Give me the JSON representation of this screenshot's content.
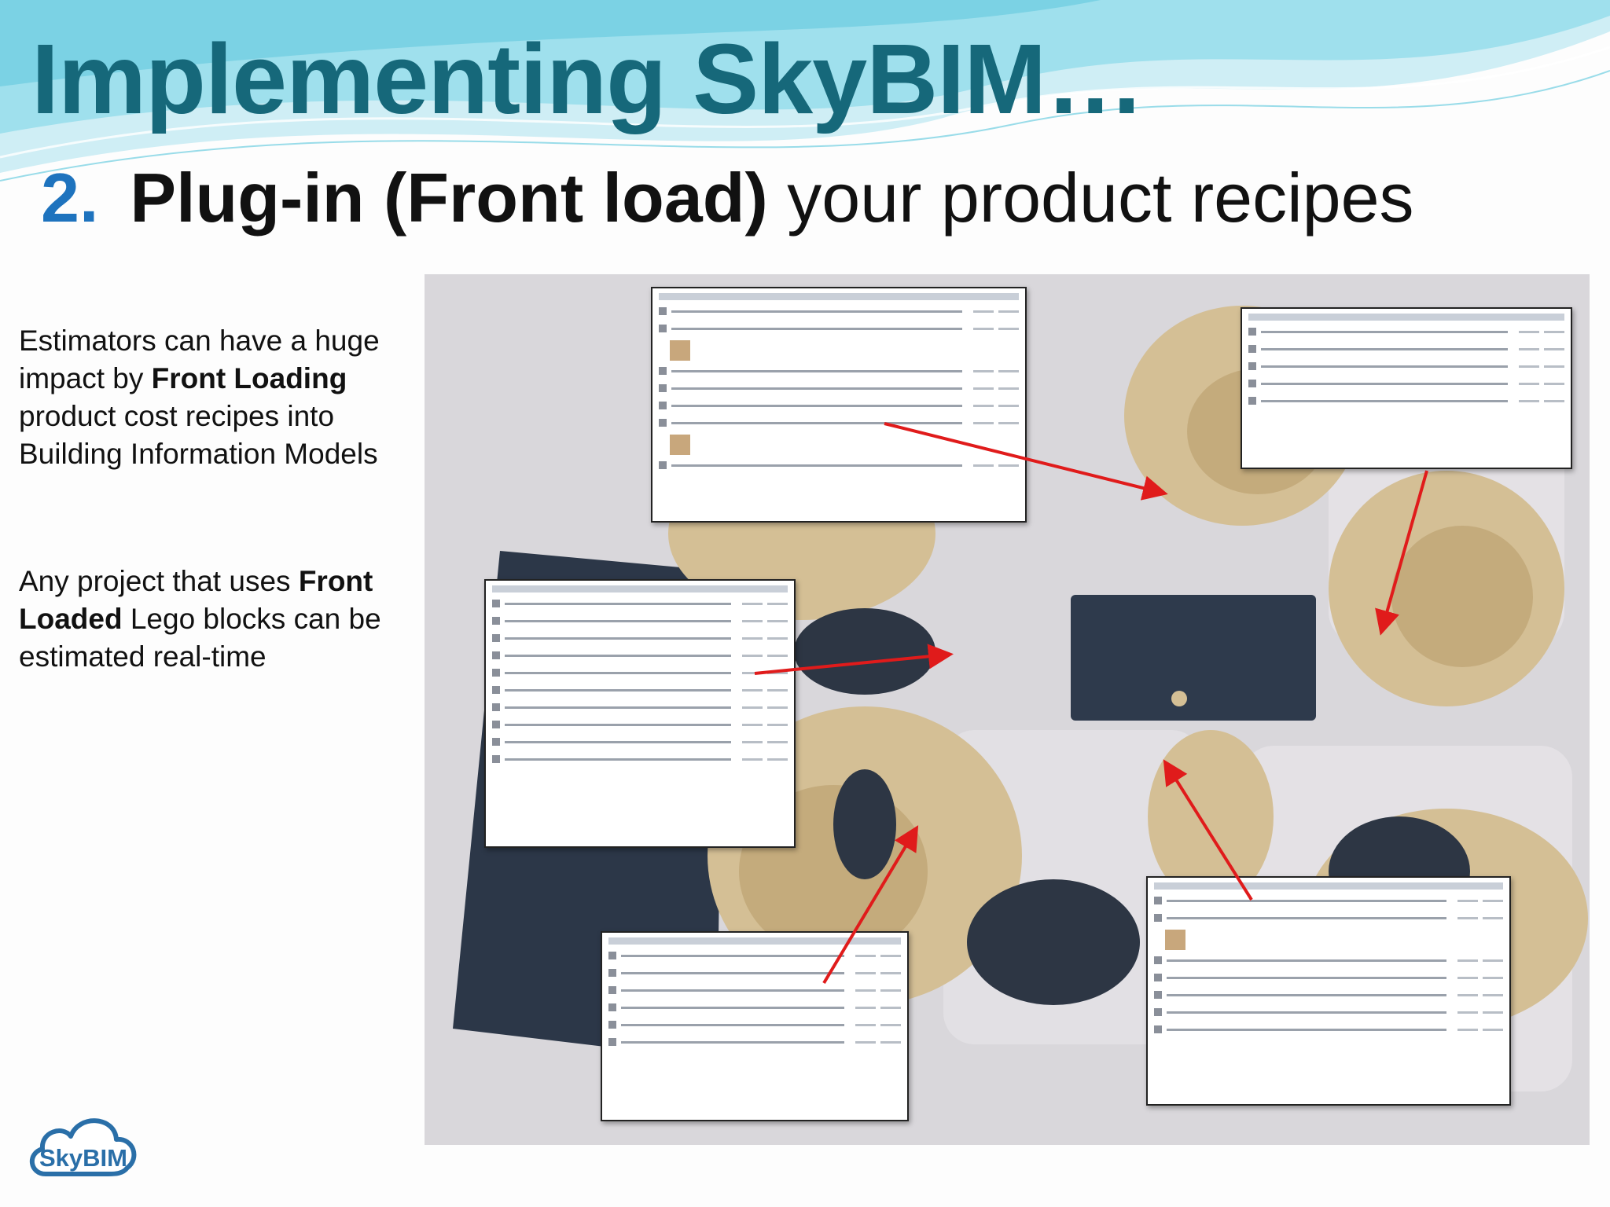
{
  "slide": {
    "title": "Implementing SkyBIM…",
    "subtitle_number": "2.",
    "subtitle_bold": "Plug-in (Front load)",
    "subtitle_rest": " your product recipes"
  },
  "paragraphs": [
    {
      "before": "Estimators can have a huge impact by ",
      "bold": "Front Loading",
      "after": " product cost recipes into Building Information Models"
    },
    {
      "before": "Any project that uses ",
      "bold": "Front Loaded",
      "after": " Lego blocks can be estimated real-time"
    }
  ],
  "logo": {
    "text": "SkyBIM"
  },
  "colors": {
    "title": "#16687a",
    "number": "#1e73be",
    "wave_light": "#bfe9f2",
    "wave_dark": "#5cc7dc",
    "arrow": "#e01b1b",
    "logo": "#2a6fa8"
  },
  "icons": [
    "skybim-cloud-logo-icon"
  ]
}
